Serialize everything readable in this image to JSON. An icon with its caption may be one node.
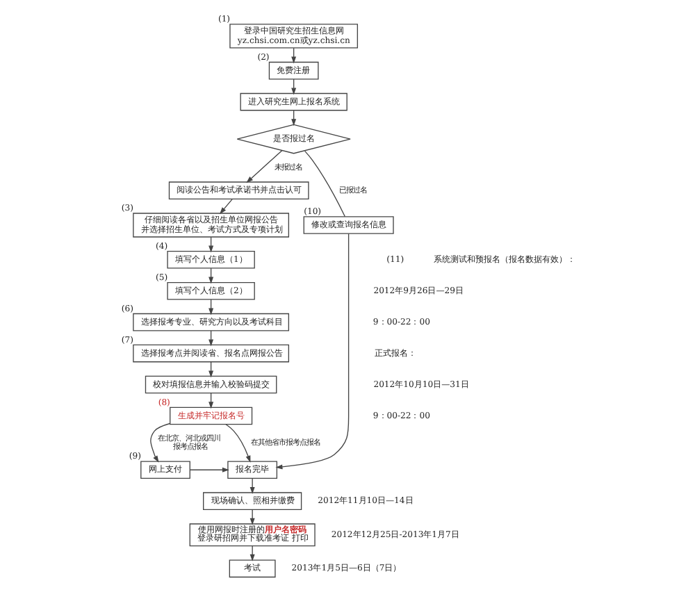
{
  "diagram": {
    "nodes": [
      {
        "text": [
          "登录中国研究生招生信息网 yz.chsi.com.cn或yz.chsi.cn"
        ],
        "beside": [
          "(1)"
        ]
      },
      {
        "text": [
          "免费注册"
        ],
        "beside": [
          "(2)"
        ]
      },
      {
        "text": [
          "进入研究生网上报名系统"
        ]
      },
      {
        "text": [
          "是否报过名"
        ]
      },
      {
        "text": [
          "阅读公告和考试承诺书并点击认可"
        ]
      },
      {
        "text": [
          "仔细阅读各省以及招生单位网报公告并选择招生单位、考试方式及专项计划"
        ],
        "beside": [
          "(3)"
        ]
      },
      {
        "text": [
          "修改或查询报名信息"
        ],
        "beside": [
          "(10)"
        ]
      },
      {
        "text": [
          "填写个人信息（1）"
        ],
        "beside": [
          "(4)"
        ]
      },
      {
        "text": [
          "填写个人信息（2）"
        ],
        "beside": [
          "(5)"
        ]
      },
      {
        "text": [
          "选择报考专业、研究方向以及考试科目"
        ],
        "beside": [
          "(6)"
        ]
      },
      {
        "text": [
          "选择报考点并阅读省、报名点网报公告"
        ],
        "beside": [
          "(7)"
        ]
      },
      {
        "text": [
          "校对填报信息并输入校验码提交"
        ]
      },
      {
        "text": [
          "生成并牢记报名号"
        ],
        "beside": [
          "(8)"
        ]
      },
      {
        "text": [
          "网上支付"
        ],
        "beside": [
          "(9)"
        ]
      },
      {
        "text": [
          "报名完毕"
        ]
      },
      {
        "text": [
          "现场确认、照相并缴费"
        ]
      },
      {
        "text": [
          "使用网报时注册的**用户名密码**登录研招网并下载准考证 打印"
        ]
      },
      {
        "text": [
          "考试"
        ]
      }
    ],
    "edges": [
      {
        "from": 0,
        "to": 1,
        "arrow": "to"
      },
      {
        "from": 1,
        "to": 2,
        "arrow": "to"
      },
      {
        "from": 2,
        "to": 3,
        "arrow": "to"
      },
      {
        "from": 3,
        "to": 4,
        "arrow": "to",
        "label": "未报过名"
      },
      {
        "from": 3,
        "to": 6,
        "arrow": "none",
        "label": "已报过名"
      },
      {
        "from": 4,
        "to": 5,
        "arrow": "to"
      },
      {
        "from": 5,
        "to": 7,
        "arrow": "to"
      },
      {
        "from": 7,
        "to": 8,
        "arrow": "to"
      },
      {
        "from": 8,
        "to": 9,
        "arrow": "to"
      },
      {
        "from": 9,
        "to": 10,
        "arrow": "to"
      },
      {
        "from": 10,
        "to": 11,
        "arrow": "to"
      },
      {
        "from": 11,
        "to": 12,
        "arrow": "to"
      },
      {
        "from": 12,
        "to": 13,
        "arrow": "to",
        "label": "在北京、河北或四川报考点报名"
      },
      {
        "from": 12,
        "to": 14,
        "arrow": "to",
        "label": "在其他省市报考点报名"
      },
      {
        "from": 13,
        "to": 14,
        "arrow": "to"
      },
      {
        "from": 6,
        "to": 14,
        "arrow": "to"
      },
      {
        "from": 14,
        "to": 15,
        "arrow": "to"
      },
      {
        "from": 15,
        "to": 16,
        "arrow": "to"
      },
      {
        "from": 16,
        "to": 17,
        "arrow": "to"
      }
    ],
    "labels": [
      "(11)",
      "系统测试和预报名（报名数据有效）：",
      "2012年9月26日—29日",
      "9：00-22：00",
      "正式报名：",
      "2012年10月10日—31日",
      "9：00-22：00",
      "2012年11月10日—14日",
      "2012年12月25日-2013年1月7日",
      "2013年1月5日—6日（7日）"
    ]
  }
}
